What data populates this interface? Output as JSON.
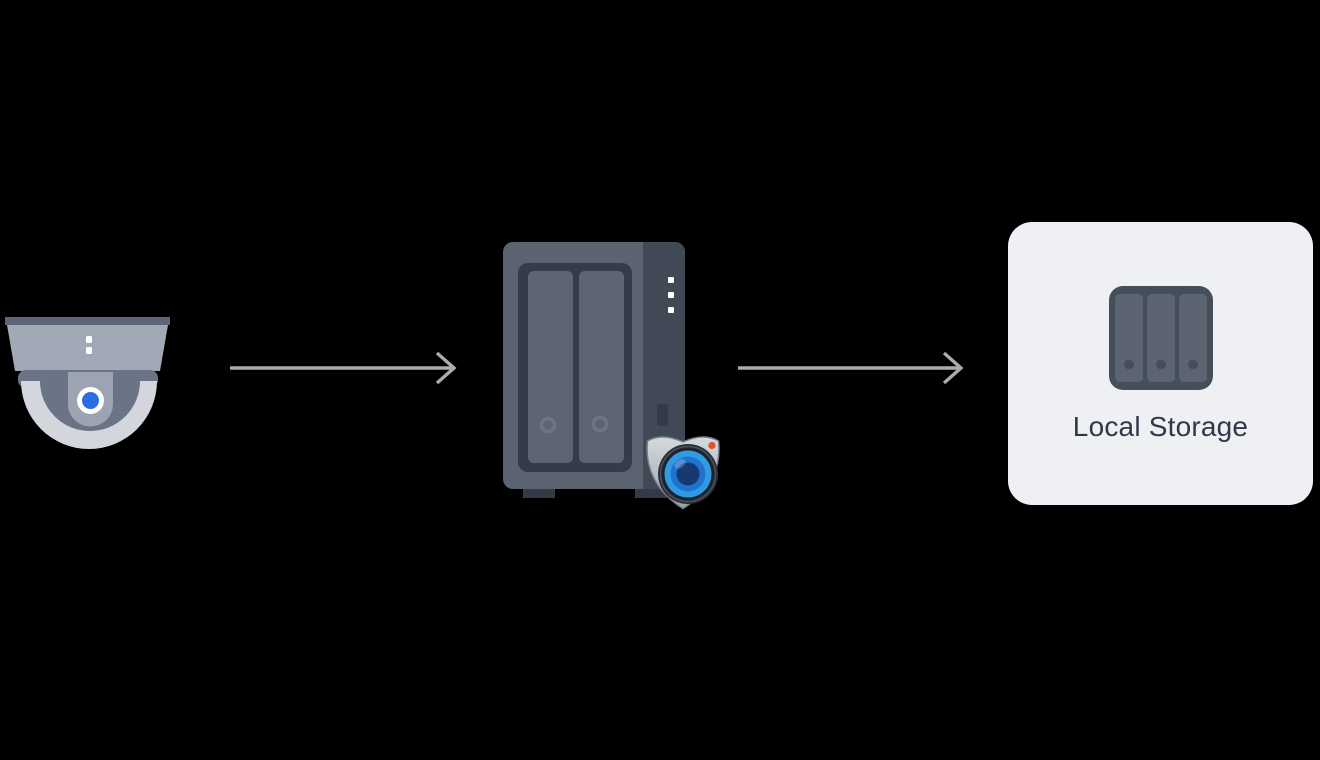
{
  "diagram": {
    "description": "Surveillance recording flow: IP camera streams to NAS running surveillance software, which records to local storage",
    "background_color": "#000000",
    "nodes": [
      {
        "id": "ip-camera",
        "type": "icon",
        "icon": "dome-camera-icon",
        "label": ""
      },
      {
        "id": "nas",
        "type": "icon",
        "icon": "nas-device-icon",
        "badge_icon": "surveillance-station-icon",
        "label": ""
      },
      {
        "id": "local-storage",
        "type": "card",
        "icon": "storage-drives-icon",
        "label": "Local Storage"
      }
    ],
    "connectors": [
      {
        "from": "ip-camera",
        "to": "nas",
        "style": "arrow-right"
      },
      {
        "from": "nas",
        "to": "local-storage",
        "style": "arrow-right"
      }
    ],
    "colors": {
      "background": "#000000",
      "arrow": "#ababab",
      "card_background": "#eef0f4",
      "card_label_text": "#2f3947",
      "camera_body": "#a2a9b6",
      "camera_dark_trim": "#5d6678",
      "camera_dome_outer": "#d3d6dc",
      "camera_dome_inner": "#6b7487",
      "camera_lens_blue": "#2b6de3",
      "nas_face": "#5b6270",
      "nas_side": "#424956",
      "nas_dark": "#353b48",
      "nas_bay": "#5d6472",
      "badge_shield_top": "#d6dade",
      "badge_shield_bottom": "#9aa2ac",
      "badge_lens_blue": "#2f9be5",
      "badge_record_dot": "#e2512c",
      "storage_icon_frame": "#454e5b",
      "storage_icon_bar": "#5c6471"
    }
  }
}
